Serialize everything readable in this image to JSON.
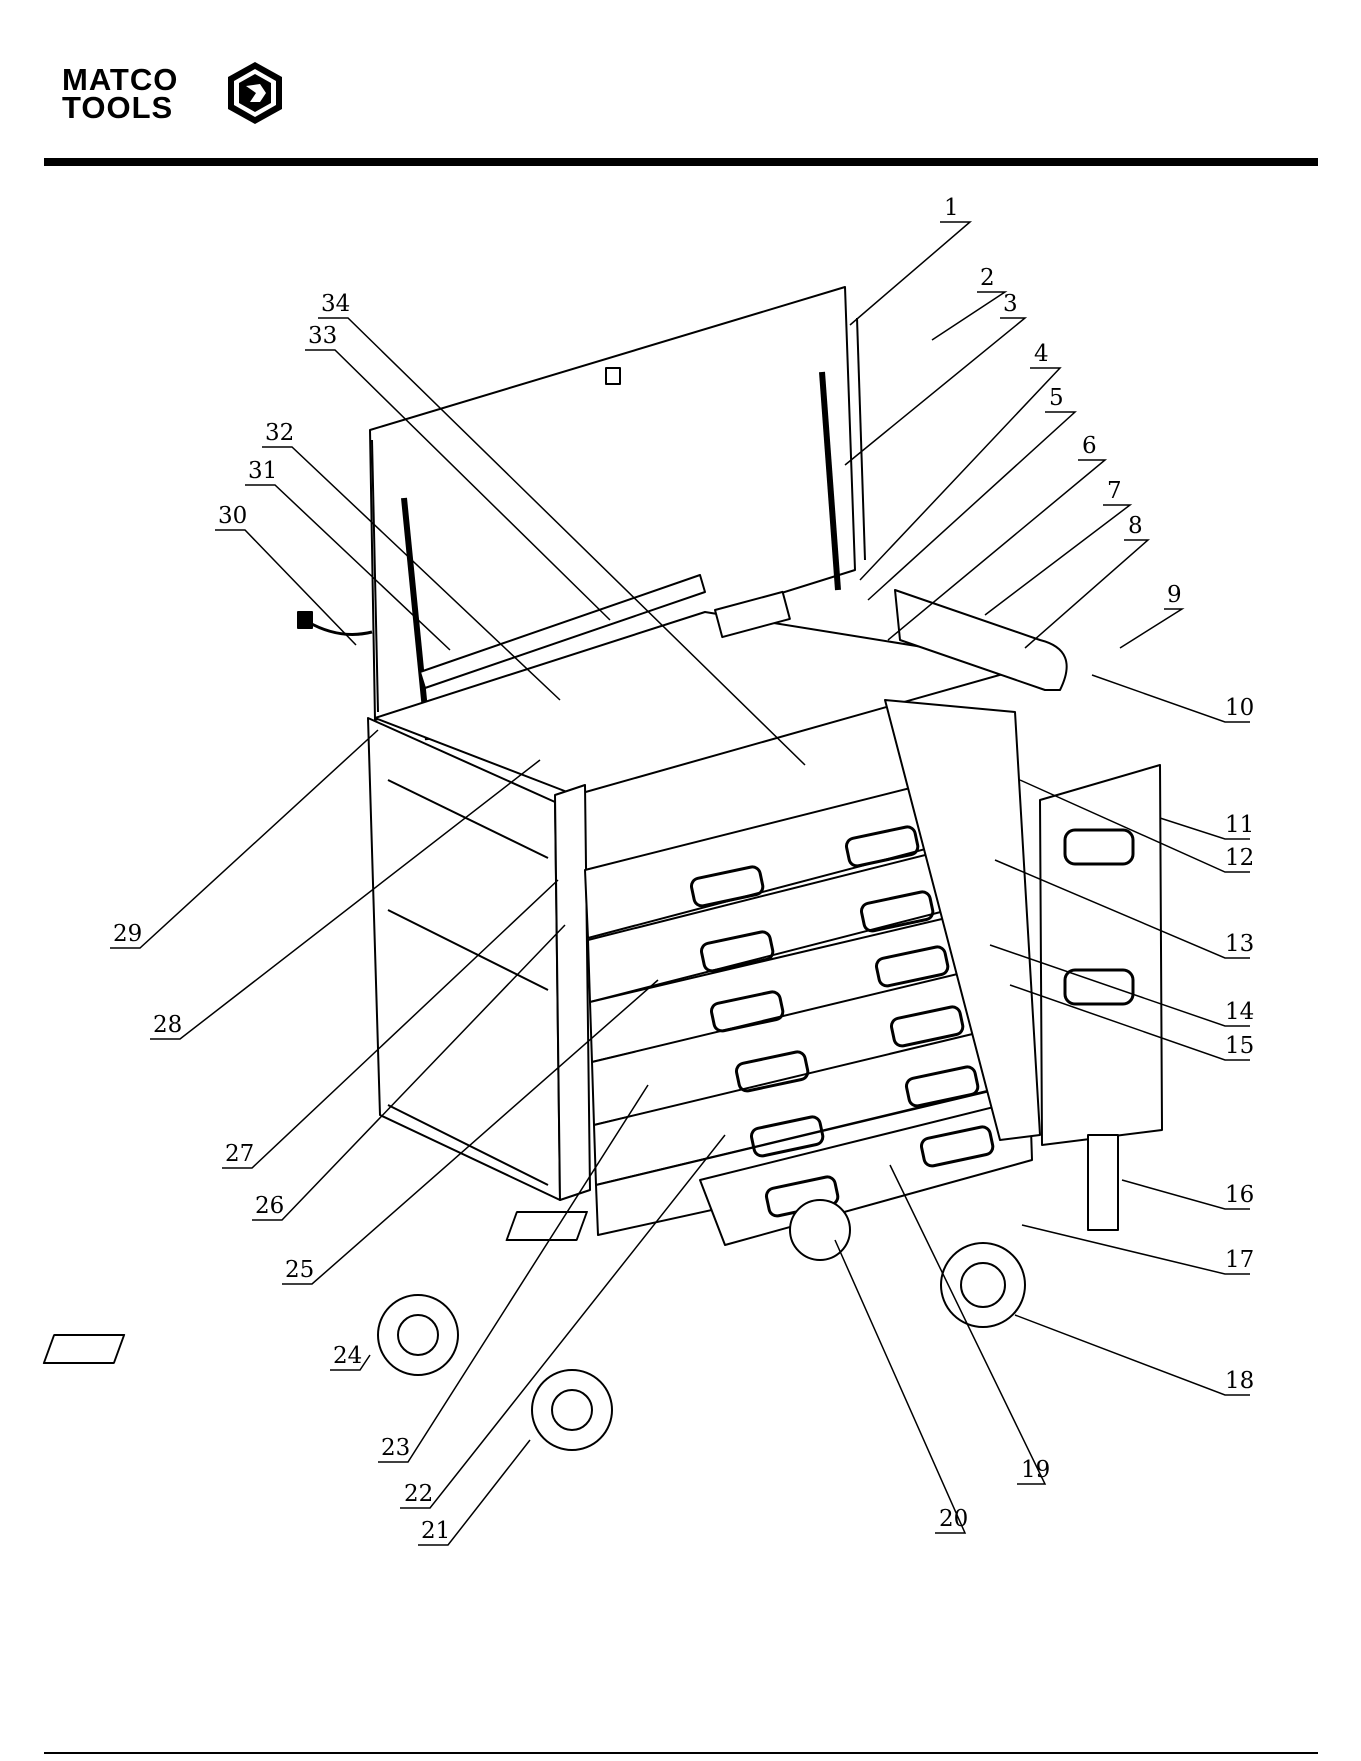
{
  "header": {
    "brand_line_1": "MATCO",
    "brand_line_2": "TOOLS",
    "logo_icon": "matco-hexagon-emblem-icon"
  },
  "diagram": {
    "subject": "tool-cart-exploded-view",
    "callouts": [
      "1",
      "2",
      "3",
      "4",
      "5",
      "6",
      "7",
      "8",
      "9",
      "10",
      "11",
      "12",
      "13",
      "14",
      "15",
      "16",
      "17",
      "18",
      "19",
      "20",
      "21",
      "22",
      "23",
      "24",
      "25",
      "26",
      "27",
      "28",
      "29",
      "30",
      "31",
      "32",
      "33",
      "34"
    ]
  }
}
